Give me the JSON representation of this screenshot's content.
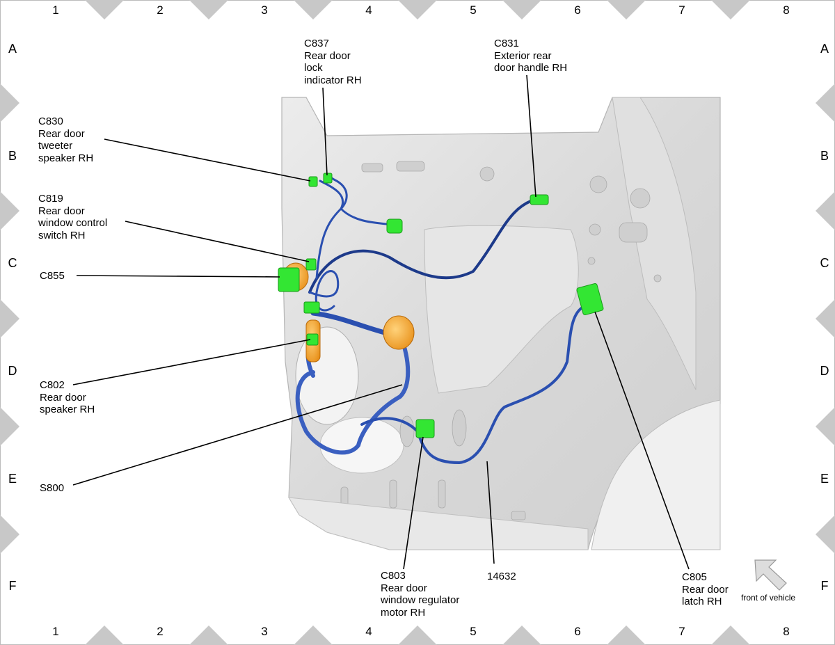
{
  "grid": {
    "columns": [
      "1",
      "2",
      "3",
      "4",
      "5",
      "6",
      "7",
      "8"
    ],
    "rows": [
      "A",
      "B",
      "C",
      "D",
      "E",
      "F"
    ]
  },
  "callouts": {
    "c837": "C837\nRear door\nlock\nindicator RH",
    "c831": "C831\nExterior rear\ndoor handle RH",
    "c830": "C830\nRear door\ntweeter\nspeaker RH",
    "c819": "C819\nRear door\nwindow control\nswitch RH",
    "c855": "C855",
    "c802": "C802\nRear door\nspeaker RH",
    "s800": "S800",
    "c803": "C803\nRear door\nwindow regulator\nmotor RH",
    "harness": "14632",
    "c805": "C805\nRear door\nlatch RH"
  },
  "orientation": {
    "label": "front of vehicle",
    "icon": "arrow-up-left-icon"
  },
  "colors": {
    "connector": "#33e633",
    "grommet": "#f5a623",
    "harness": "#2a4fb0",
    "harness_dark": "#1d3a8a",
    "panel": "#dcdcdc",
    "frame_triangle": "#c8c8c8"
  }
}
